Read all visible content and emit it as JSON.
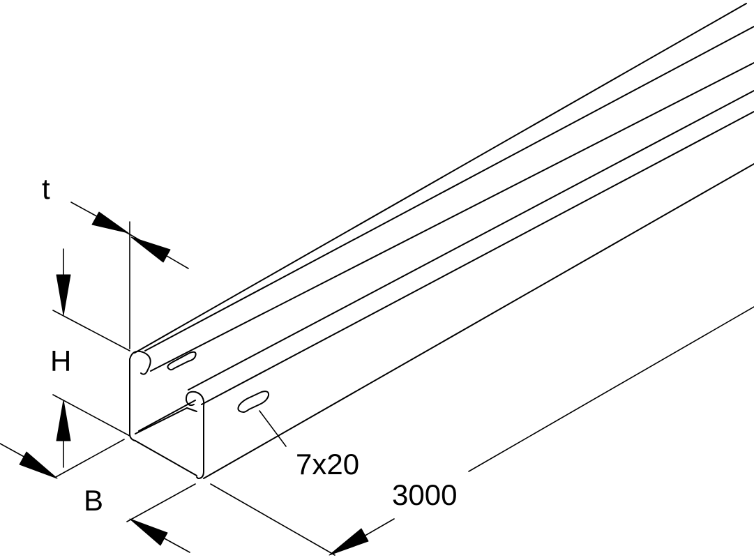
{
  "labels": {
    "thickness": "t",
    "height": "H",
    "width": "B",
    "slot": "7x20",
    "length": "3000"
  }
}
